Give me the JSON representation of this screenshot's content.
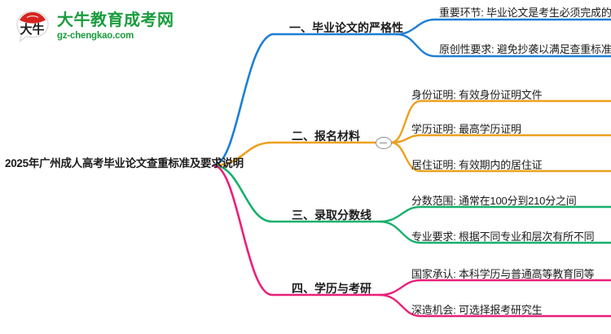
{
  "logo": {
    "mark_text": "大牛",
    "name_cn": "大牛教育成考网",
    "name_en": "gz-chengkao.com",
    "brand_color": "#1a9d3e",
    "mark_accent": "#d6251f"
  },
  "mindmap": {
    "root": {
      "label": "2025年广州成人高考毕业论文查重标准及要求说明"
    },
    "collapse_control": {
      "state": "minus"
    },
    "branches": [
      {
        "label": "一、毕业论文的严格性",
        "color": "#1f7fd4",
        "children": [
          {
            "label": "重要环节: 毕业论文是考生必须完成的"
          },
          {
            "label": "原创性要求: 避免抄袭以满足查重标准"
          }
        ]
      },
      {
        "label": "二、报名材料",
        "color": "#eda01e",
        "children": [
          {
            "label": "身份证明: 有效身份证明文件"
          },
          {
            "label": "学历证明: 最高学历证明"
          },
          {
            "label": "居住证明: 有效期内的居住证"
          }
        ]
      },
      {
        "label": "三、录取分数线",
        "color": "#17b06b",
        "children": [
          {
            "label": "分数范围: 通常在100分到210分之间"
          },
          {
            "label": "专业要求: 根据不同专业和层次有所不同"
          }
        ]
      },
      {
        "label": "四、学历与考研",
        "color": "#ec1e79",
        "children": [
          {
            "label": "国家承认: 本科学历与普通高等教育同等"
          },
          {
            "label": "深造机会: 可选择报考研究生"
          }
        ]
      }
    ]
  }
}
